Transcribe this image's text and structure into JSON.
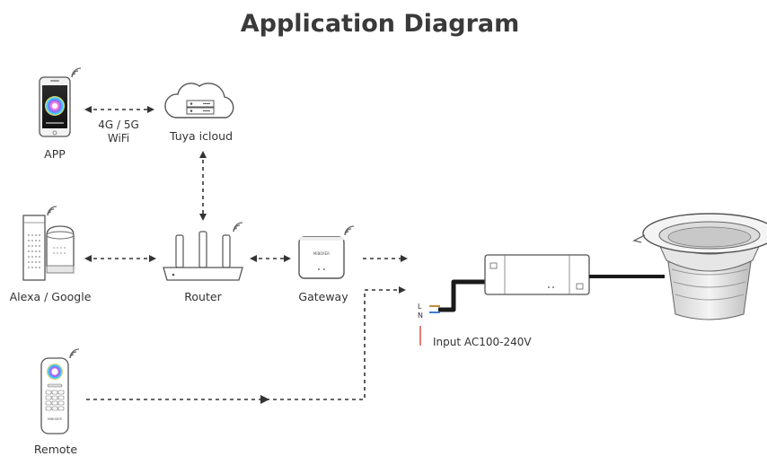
{
  "title": "Application Diagram",
  "nodes": {
    "app": "APP",
    "cloud": "Tuya icloud",
    "voice": "Alexa / Google",
    "router": "Router",
    "gateway": "Gateway",
    "remote": "Remote"
  },
  "connection": {
    "line1": "4G / 5G",
    "line2": "WiFi"
  },
  "power": {
    "input": "Input AC100-240V",
    "live": "L",
    "neutral": "N"
  },
  "device_text": {
    "gateway_brand": "MiBOXER",
    "remote_brand": "MiBOXER"
  }
}
